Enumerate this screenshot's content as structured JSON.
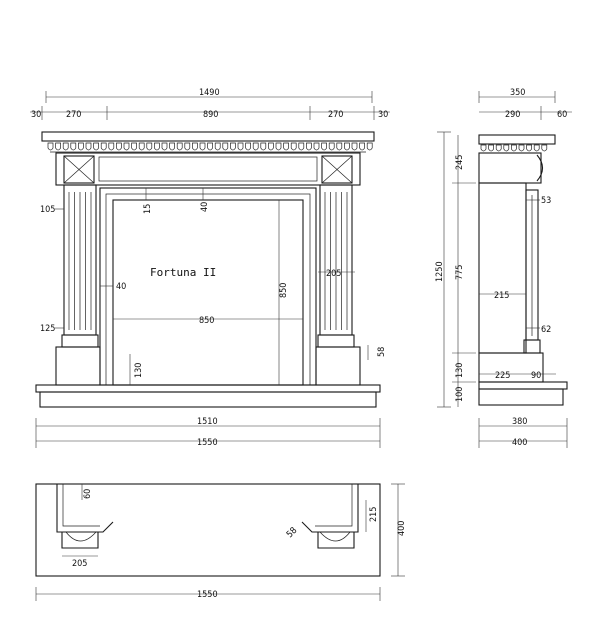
{
  "title": "Fortuna II",
  "front_view": {
    "overall_top": "1490",
    "top_left_margin": "30",
    "top_left_block": "270",
    "top_center": "890",
    "top_right_block": "270",
    "top_right_margin": "30",
    "pilaster_top": "105",
    "lintel_gap": "15",
    "frame_band": "40",
    "left_frame": "40",
    "pilaster_width": "205",
    "opening_height": "850",
    "opening_width": "850",
    "pilaster_base": "125",
    "plinth_right": "58",
    "plinth_height": "130",
    "hearth_width": "1510",
    "base_width": "1550"
  },
  "side_view": {
    "top_depth": "350",
    "top_body": "290",
    "top_overhang": "60",
    "frieze_height": "245",
    "overall_height": "1250",
    "shaft_height": "775",
    "plinth_height": "130",
    "hearth_height": "100",
    "capital_depth": "53",
    "pilaster_depth": "215",
    "base_detail": "62",
    "plinth_depth": "225",
    "plinth_projection": "90",
    "hearth_depth": "380",
    "base_depth": "400"
  },
  "plan_view": {
    "inner_offset": "60",
    "side_depth": "215",
    "overall_depth": "400",
    "pilaster_width": "205",
    "angled_label": "58",
    "base_width": "1550"
  }
}
